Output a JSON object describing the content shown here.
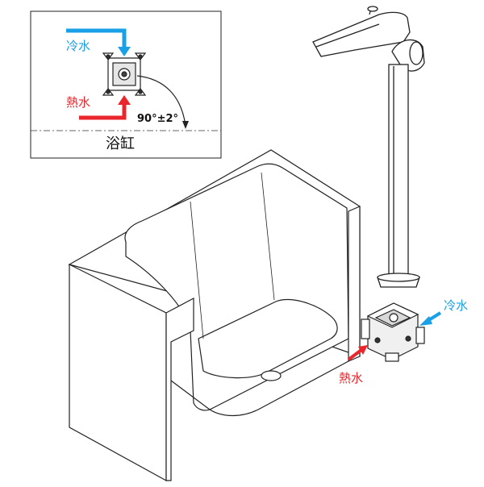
{
  "inset": {
    "cold_label": "冷水",
    "hot_label": "熱水",
    "angle_label": "90°±2°",
    "bathtub_label": "浴缸"
  },
  "main": {
    "cold_label": "冷水",
    "hot_label": "熱水"
  },
  "colors": {
    "cold": "#1aa0e6",
    "hot": "#e8262c",
    "line": "#222222"
  }
}
